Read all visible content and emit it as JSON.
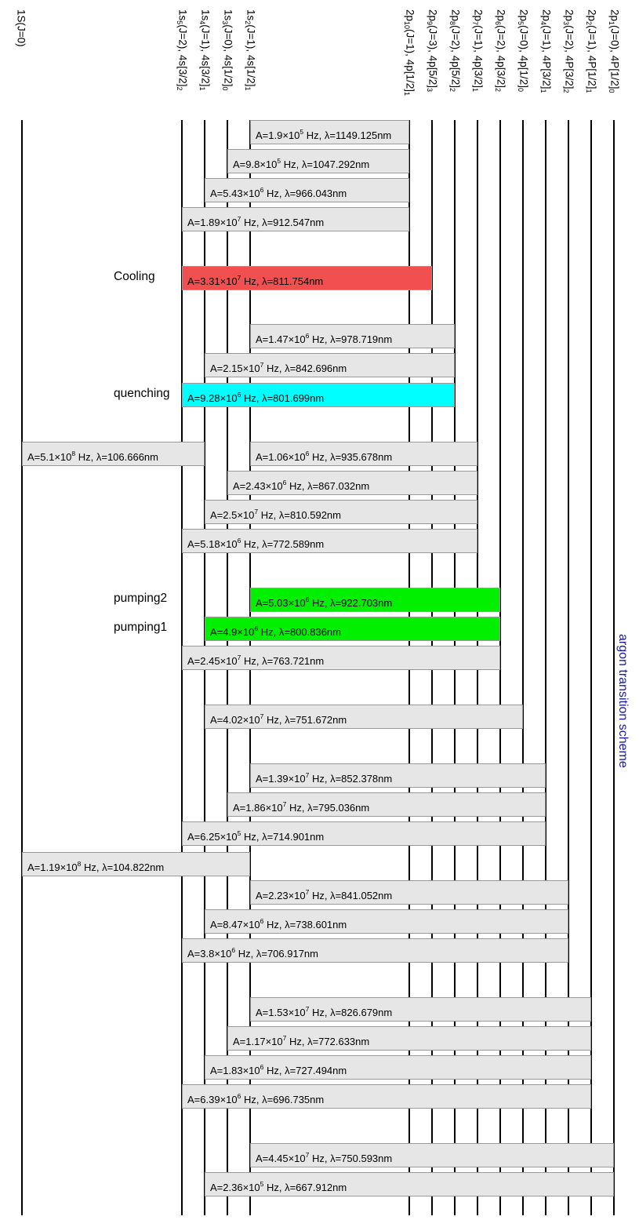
{
  "caption": "argon transition scheme",
  "levels": [
    {
      "id": "g",
      "main": "1S(J=0)",
      "sub": "",
      "term": ""
    },
    {
      "id": "1s5",
      "main": "1s",
      "sub": "5",
      "term": "(J=2), 4s[3/2]",
      "tsub": "2"
    },
    {
      "id": "1s4",
      "main": "1s",
      "sub": "4",
      "term": "(J=1), 4s[3/2]",
      "tsub": "1"
    },
    {
      "id": "1s3",
      "main": "1s",
      "sub": "3",
      "term": "(J=0), 4s[1/2]",
      "tsub": "0"
    },
    {
      "id": "1s2",
      "main": "1s",
      "sub": "2",
      "term": "(J=1), 4s[1/2]",
      "tsub": "1"
    },
    {
      "id": "2p10",
      "main": "2p",
      "sub": "10",
      "term": "(J=1), 4p[1/2]",
      "tsub": "1"
    },
    {
      "id": "2p9",
      "main": "2p",
      "sub": "9",
      "term": "(J=3), 4p[5/2]",
      "tsub": "3"
    },
    {
      "id": "2p8",
      "main": "2p",
      "sub": "8",
      "term": "(J=2), 4p[5/2]",
      "tsub": "2"
    },
    {
      "id": "2p7",
      "main": "2p",
      "sub": "7",
      "term": "(J=1), 4p[3/2]",
      "tsub": "1"
    },
    {
      "id": "2p6",
      "main": "2p",
      "sub": "6",
      "term": "(J=2), 4p[3/2]",
      "tsub": "2"
    },
    {
      "id": "2p5",
      "main": "2p",
      "sub": "5",
      "term": "(J=0), 4p[1/2]",
      "tsub": "0"
    },
    {
      "id": "2p4",
      "main": "2p",
      "sub": "4",
      "term": "(J=1), 4P[3/2]",
      "tsub": "1"
    },
    {
      "id": "2p3",
      "main": "2p",
      "sub": "3",
      "term": "(J=2), 4P[3/2]",
      "tsub": "2"
    },
    {
      "id": "2p2",
      "main": "2p",
      "sub": "2",
      "term": "(J=1), 4P[1/2]",
      "tsub": "1"
    },
    {
      "id": "2p1",
      "main": "2p",
      "sub": "1",
      "term": "(J=0), 4P[1/2]",
      "tsub": "0"
    }
  ],
  "transitions": [
    {
      "from": "1s2",
      "to": "2p10",
      "mant": "1.9",
      "exp": "5",
      "wl": "1149.125nm"
    },
    {
      "from": "1s3",
      "to": "2p10",
      "mant": "9.8",
      "exp": "5",
      "wl": "1047.292nm"
    },
    {
      "from": "1s4",
      "to": "2p10",
      "mant": "5.43",
      "exp": "6",
      "wl": "966.043nm"
    },
    {
      "from": "1s5",
      "to": "2p10",
      "mant": "1.89",
      "exp": "7",
      "wl": "912.547nm"
    },
    {
      "from": "1s5",
      "to": "2p9",
      "mant": "3.31",
      "exp": "7",
      "wl": "811.754nm",
      "label": "Cooling",
      "color": "#f25050"
    },
    {
      "from": "1s2",
      "to": "2p8",
      "mant": "1.47",
      "exp": "6",
      "wl": "978.719nm"
    },
    {
      "from": "1s4",
      "to": "2p8",
      "mant": "2.15",
      "exp": "7",
      "wl": "842.696nm"
    },
    {
      "from": "1s5",
      "to": "2p8",
      "mant": "9.28",
      "exp": "6",
      "wl": "801.699nm",
      "label": "quenching",
      "color": "#00ffff"
    },
    {
      "from": "g",
      "to": "1s4",
      "mant": "5.1",
      "exp": "8",
      "wl": "106.666nm"
    },
    {
      "from": "1s2",
      "to": "2p7",
      "mant": "1.06",
      "exp": "6",
      "wl": "935.678nm"
    },
    {
      "from": "1s3",
      "to": "2p7",
      "mant": "2.43",
      "exp": "6",
      "wl": "867.032nm"
    },
    {
      "from": "1s4",
      "to": "2p7",
      "mant": "2.5",
      "exp": "7",
      "wl": "810.592nm"
    },
    {
      "from": "1s5",
      "to": "2p7",
      "mant": "5.18",
      "exp": "6",
      "wl": "772.589nm"
    },
    {
      "from": "1s2",
      "to": "2p6",
      "mant": "5.03",
      "exp": "6",
      "wl": "922.703nm",
      "label": "pumping2",
      "color": "#00f000"
    },
    {
      "from": "1s4",
      "to": "2p6",
      "mant": "4.9",
      "exp": "6",
      "wl": "800.836nm",
      "label": "pumping1",
      "color": "#00f000"
    },
    {
      "from": "1s5",
      "to": "2p6",
      "mant": "2.45",
      "exp": "7",
      "wl": "763.721nm"
    },
    {
      "from": "1s4",
      "to": "2p5",
      "mant": "4.02",
      "exp": "7",
      "wl": "751.672nm"
    },
    {
      "from": "1s2",
      "to": "2p4",
      "mant": "1.39",
      "exp": "7",
      "wl": "852.378nm"
    },
    {
      "from": "1s3",
      "to": "2p4",
      "mant": "1.86",
      "exp": "7",
      "wl": "795.036nm"
    },
    {
      "from": "1s5",
      "to": "2p4",
      "mant": "6.25",
      "exp": "5",
      "wl": "714.901nm"
    },
    {
      "from": "g",
      "to": "1s2",
      "mant": "1.19",
      "exp": "8",
      "wl": "104.822nm"
    },
    {
      "from": "1s2",
      "to": "2p3",
      "mant": "2.23",
      "exp": "7",
      "wl": "841.052nm"
    },
    {
      "from": "1s4",
      "to": "2p3",
      "mant": "8.47",
      "exp": "6",
      "wl": "738.601nm"
    },
    {
      "from": "1s5",
      "to": "2p3",
      "mant": "3.8",
      "exp": "6",
      "wl": "706.917nm"
    },
    {
      "from": "1s2",
      "to": "2p2",
      "mant": "1.53",
      "exp": "7",
      "wl": "826.679nm"
    },
    {
      "from": "1s3",
      "to": "2p2",
      "mant": "1.17",
      "exp": "7",
      "wl": "772.633nm"
    },
    {
      "from": "1s4",
      "to": "2p2",
      "mant": "1.83",
      "exp": "6",
      "wl": "727.494nm"
    },
    {
      "from": "1s5",
      "to": "2p2",
      "mant": "6.39",
      "exp": "6",
      "wl": "696.735nm"
    },
    {
      "from": "1s2",
      "to": "2p1",
      "mant": "4.45",
      "exp": "7",
      "wl": "750.593nm"
    },
    {
      "from": "1s4",
      "to": "2p1",
      "mant": "2.36",
      "exp": "5",
      "wl": "667.912nm"
    }
  ]
}
